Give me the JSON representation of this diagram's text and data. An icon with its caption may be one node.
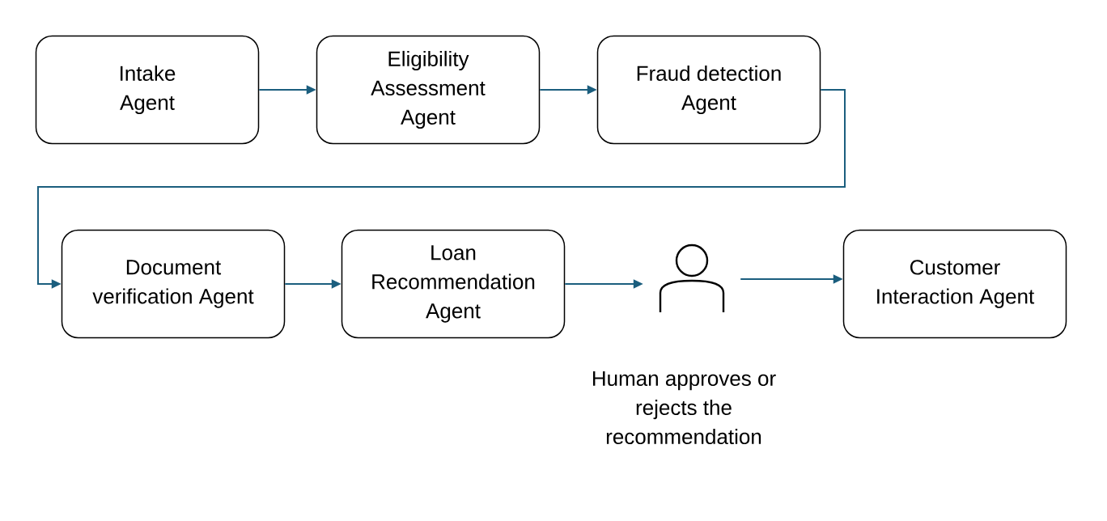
{
  "diagram": {
    "nodes": [
      {
        "text": [
          "Intake Agent"
        ]
      },
      {
        "text": [
          "Eligibility Assessment Agent"
        ]
      },
      {
        "text": [
          "Fraud detection Agent"
        ]
      },
      {
        "text": [
          "Document verification Agent"
        ]
      },
      {
        "text": [
          "Loan Recommendation Agent"
        ]
      },
      {
        "text": [],
        "shape": "person",
        "beside": [
          "Human approves or rejects the recommendation"
        ]
      },
      {
        "text": [
          "Customer Interaction Agent"
        ]
      }
    ],
    "edges": [
      {
        "from": 0,
        "to": 1,
        "arrow": "to"
      },
      {
        "from": 1,
        "to": 2,
        "arrow": "to"
      },
      {
        "from": 2,
        "to": 3,
        "arrow": "to"
      },
      {
        "from": 3,
        "to": 4,
        "arrow": "to"
      },
      {
        "from": 4,
        "to": 5,
        "arrow": "to"
      },
      {
        "from": 5,
        "to": 6,
        "arrow": "to"
      }
    ]
  }
}
